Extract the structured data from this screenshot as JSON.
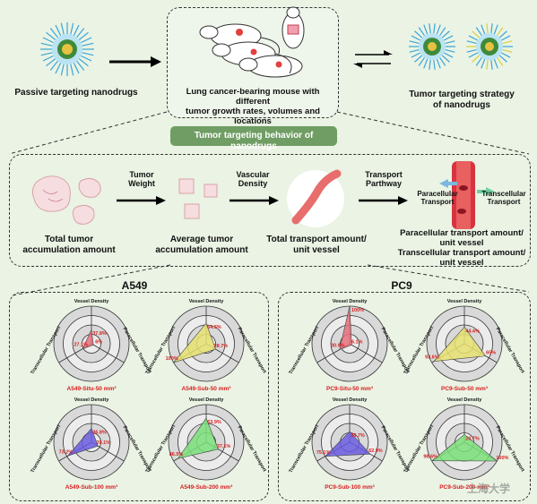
{
  "top": {
    "passive_label": "Passive targeting nanodrugs",
    "mouse_label_line1": "Lung cancer-bearing mouse with different",
    "mouse_label_line2": "tumor growth rates, volumes and locations",
    "strategy_line1": "Tumor targeting strategy",
    "strategy_line2": "of nanodrugs"
  },
  "behavior_title": "Tumor targeting behavior of nanodrugs",
  "flow": {
    "step1_line1": "Total tumor",
    "step1_line2": "accumulation amount",
    "arrow1_line1": "Tumor",
    "arrow1_line2": "Weight",
    "step2_line1": "Average tumor",
    "step2_line2": "accumulation amount",
    "arrow2_line1": "Vascular",
    "arrow2_line2": "Density",
    "step3_line1": "Total transport amount/",
    "step3_line2": "unit vessel",
    "arrow3_line1": "Transport",
    "arrow3_line2": "Parthway",
    "para_line1": "Paracellular",
    "para_line2": "Transport",
    "trans_line1": "Transcellular",
    "trans_line2": "Transport",
    "final1_line1": "Paracellular transport amount/",
    "final1_line2": "unit vessel",
    "final2_line1": "Transcellular transport amount/",
    "final2_line2": "unit vessel"
  },
  "groups": {
    "a549": "A549",
    "pc9": "PC9"
  },
  "axes": {
    "top": "Vessel Density",
    "right": "Paracellular Transport",
    "left": "Transcellular Transport"
  },
  "watermark": "上海大学",
  "chart_data": [
    {
      "type": "radar",
      "title": "A549-Situ-50 mm³",
      "color": "#e8707a",
      "values": {
        "vessel_density": "37.8%",
        "paracellular": "6%",
        "transcellular": "27.1%"
      }
    },
    {
      "type": "radar",
      "title": "A549-Sub-50 mm³",
      "color": "#e6e070",
      "values": {
        "vessel_density": "54.5%",
        "paracellular": "28.7%",
        "transcellular": "100%"
      }
    },
    {
      "type": "radar",
      "title": "A549-Sub-100 mm³",
      "color": "#6a5ce0",
      "values": {
        "vessel_density": "36.8%",
        "paracellular": "20.1%",
        "transcellular": "73.2%"
      }
    },
    {
      "type": "radar",
      "title": "A549-Sub-200 mm³",
      "color": "#7be07a",
      "values": {
        "vessel_density": "63.9%",
        "paracellular": "37.1%",
        "transcellular": "86.5%"
      }
    },
    {
      "type": "radar",
      "title": "PC9-Situ-50 mm³",
      "color": "#e8707a",
      "values": {
        "vessel_density": "100%",
        "paracellular": "6.1%",
        "transcellular": "30.9%"
      }
    },
    {
      "type": "radar",
      "title": "PC9-Sub-50 mm³",
      "color": "#e6e070",
      "values": {
        "vessel_density": "44.4%",
        "paracellular": "65%",
        "transcellular": "93.6%"
      }
    },
    {
      "type": "radar",
      "title": "PC9-Sub-100 mm³",
      "color": "#6a5ce0",
      "values": {
        "vessel_density": "28.7%",
        "paracellular": "62.9%",
        "transcellular": "75.1%"
      }
    },
    {
      "type": "radar",
      "title": "PC9-Sub-200 mm³",
      "color": "#7be07a",
      "values": {
        "vessel_density": "20.7%",
        "paracellular": "100%",
        "transcellular": "98.6%"
      }
    }
  ]
}
